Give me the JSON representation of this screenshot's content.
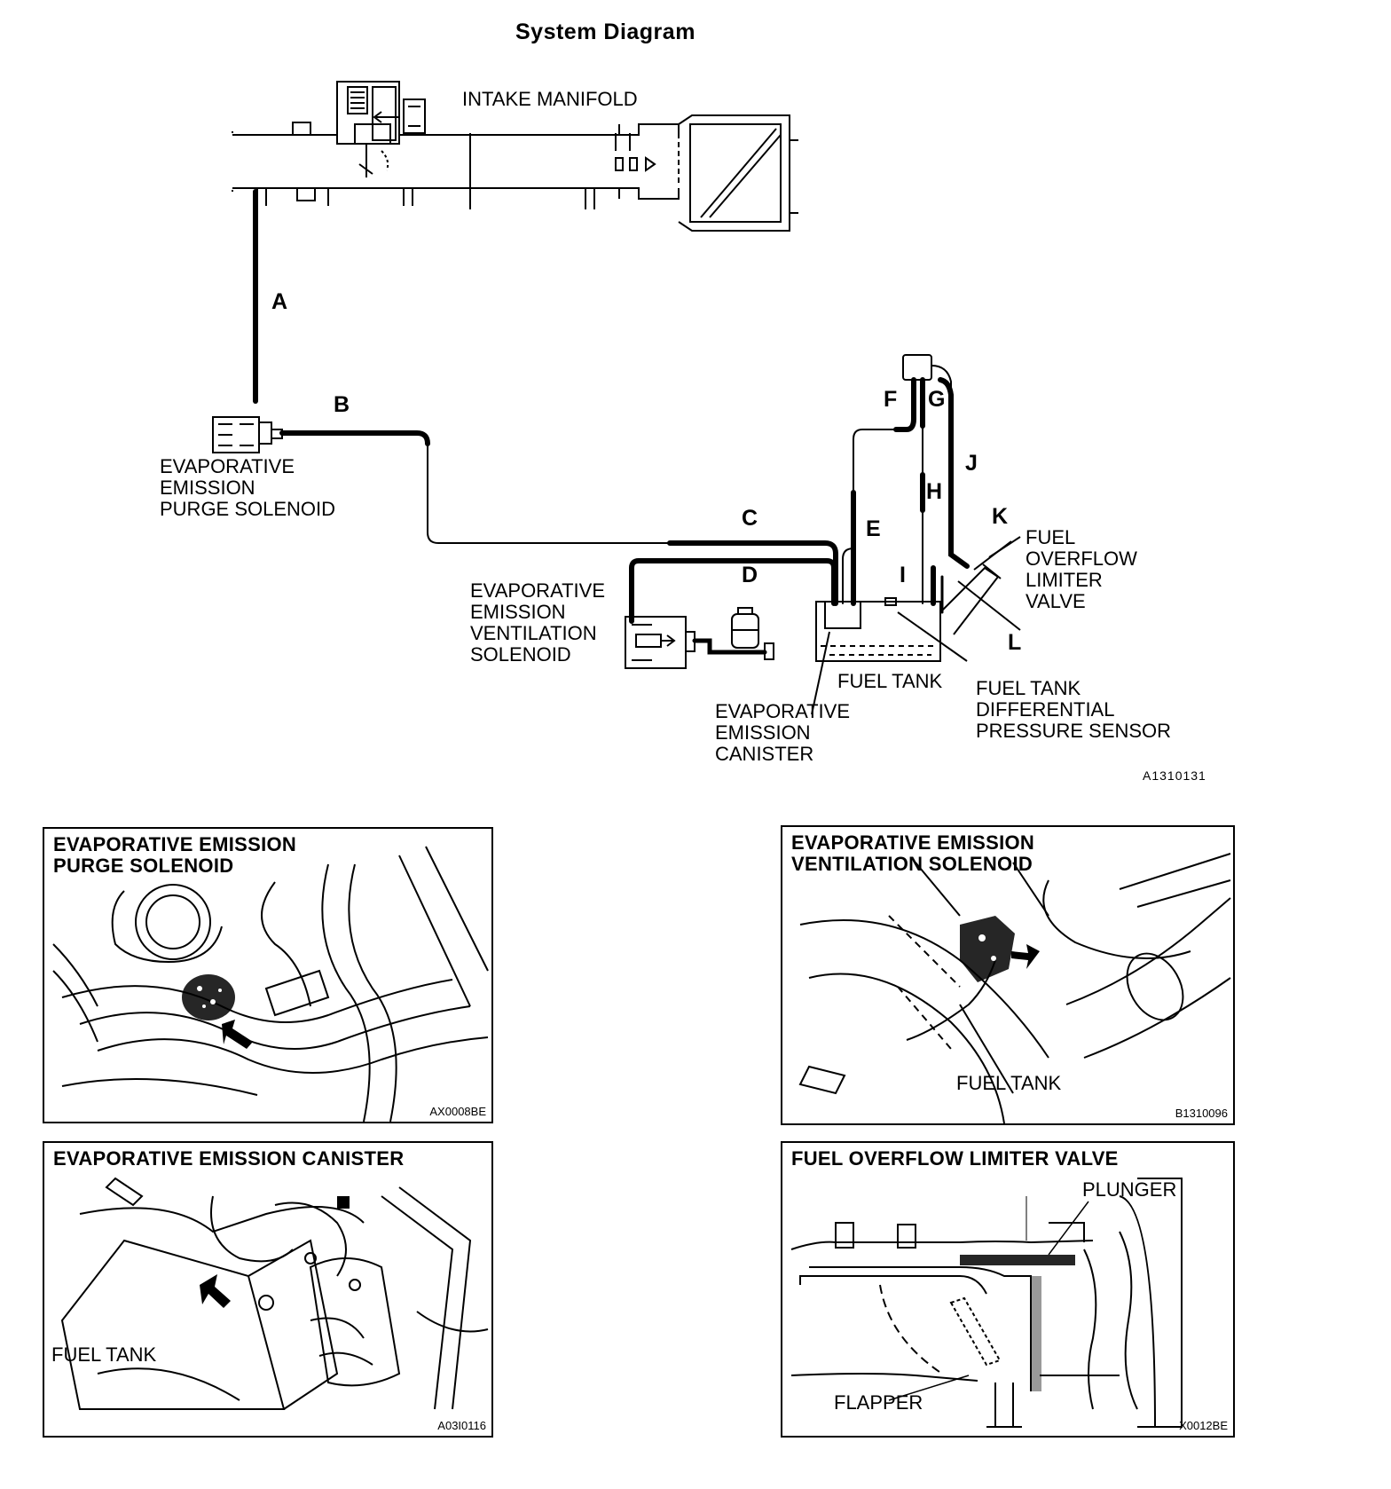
{
  "title": "System Diagram",
  "diagram_code": "A1310131",
  "components": {
    "intake_manifold": "INTAKE MANIFOLD",
    "purge_solenoid": "EVAPORATIVE\nEMISSION\nPURGE SOLENOID",
    "ventilation_solenoid": "EVAPORATIVE\nEMISSION\nVENTILATION\nSOLENOID",
    "canister": "EVAPORATIVE\nEMISSION\nCANISTER",
    "fuel_tank": "FUEL TANK",
    "pressure_sensor": "FUEL TANK\nDIFFERENTIAL\nPRESSURE SENSOR",
    "overflow_valve": "FUEL\nOVERFLOW\nLIMITER\nVALVE"
  },
  "hose_labels": [
    "A",
    "B",
    "C",
    "D",
    "E",
    "F",
    "G",
    "H",
    "I",
    "J",
    "K",
    "L"
  ],
  "panels": {
    "purge": {
      "title": "EVAPORATIVE EMISSION\nPURGE SOLENOID",
      "code": "AX0008BE"
    },
    "ventilation": {
      "title": "EVAPORATIVE EMISSION\nVENTILATION SOLENOID",
      "label": "FUEL TANK",
      "code": "B1310096"
    },
    "canister": {
      "title": "EVAPORATIVE EMISSION CANISTER",
      "label": "FUEL TANK",
      "code": "A03I0116"
    },
    "overflow": {
      "title": "FUEL OVERFLOW LIMITER VALVE",
      "label_plunger": "PLUNGER",
      "label_flapper": "FLAPPER",
      "code": "X0012BE"
    }
  }
}
